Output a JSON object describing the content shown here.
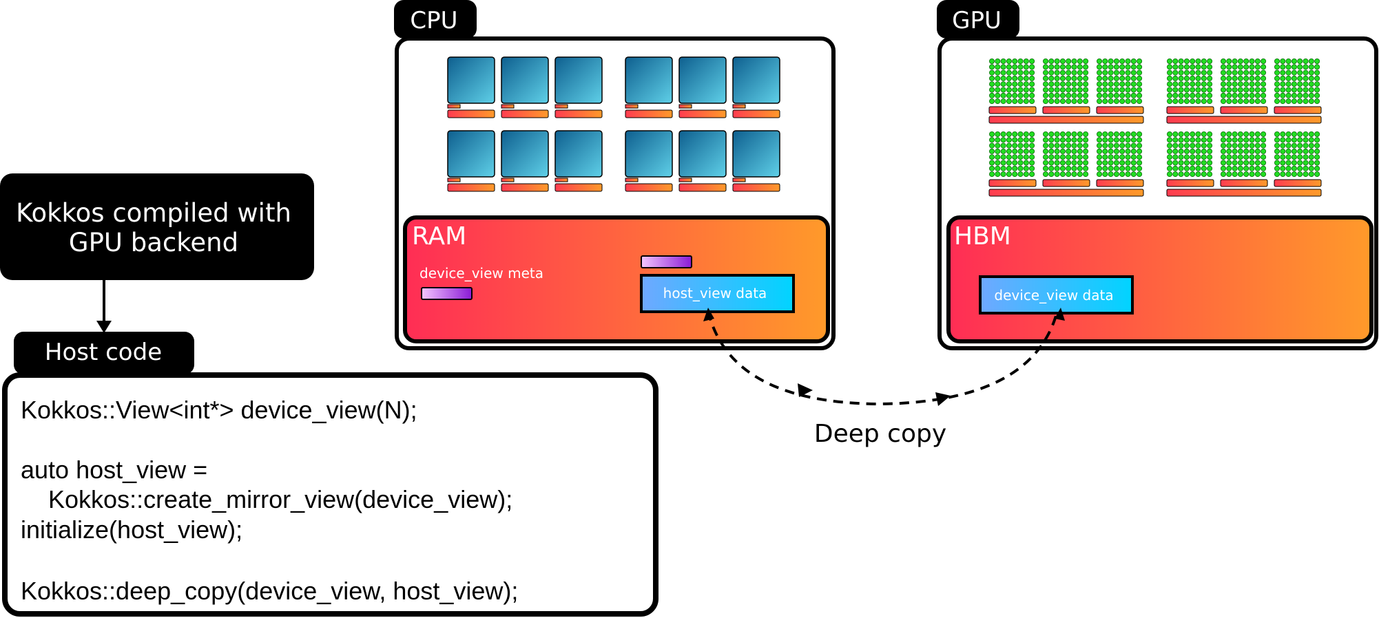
{
  "kokkos_box": {
    "line1": "Kokkos compiled with",
    "line2": "GPU backend"
  },
  "host_code": {
    "tab_label": "Host code",
    "lines": [
      "Kokkos::View<int*> device_view(N);",
      "",
      "auto host_view =",
      "    Kokkos::create_mirror_view(device_view);",
      "initialize(host_view);",
      "",
      "Kokkos::deep_copy(device_view, host_view);"
    ]
  },
  "cpu": {
    "tab_label": "CPU",
    "memory_label": "RAM",
    "meta_label": "device_view meta",
    "data_label": "host_view data"
  },
  "gpu": {
    "tab_label": "GPU",
    "memory_label": "HBM",
    "data_label": "device_view  data"
  },
  "deep_copy_label": "Deep copy",
  "colors": {
    "memory_gradient": [
      "#ff2d55",
      "#ff9a2a"
    ],
    "core_gradient": [
      "#0e5f8f",
      "#5fd0e8"
    ],
    "cache_gradient": [
      "#ff3c50",
      "#ff9a2a"
    ],
    "gpu_dot": "#22dd22",
    "data_gradient": [
      "#6fa8ff",
      "#00d4ff"
    ],
    "meta_gradient": [
      "#f4c6ff",
      "#8a1bd6"
    ]
  }
}
